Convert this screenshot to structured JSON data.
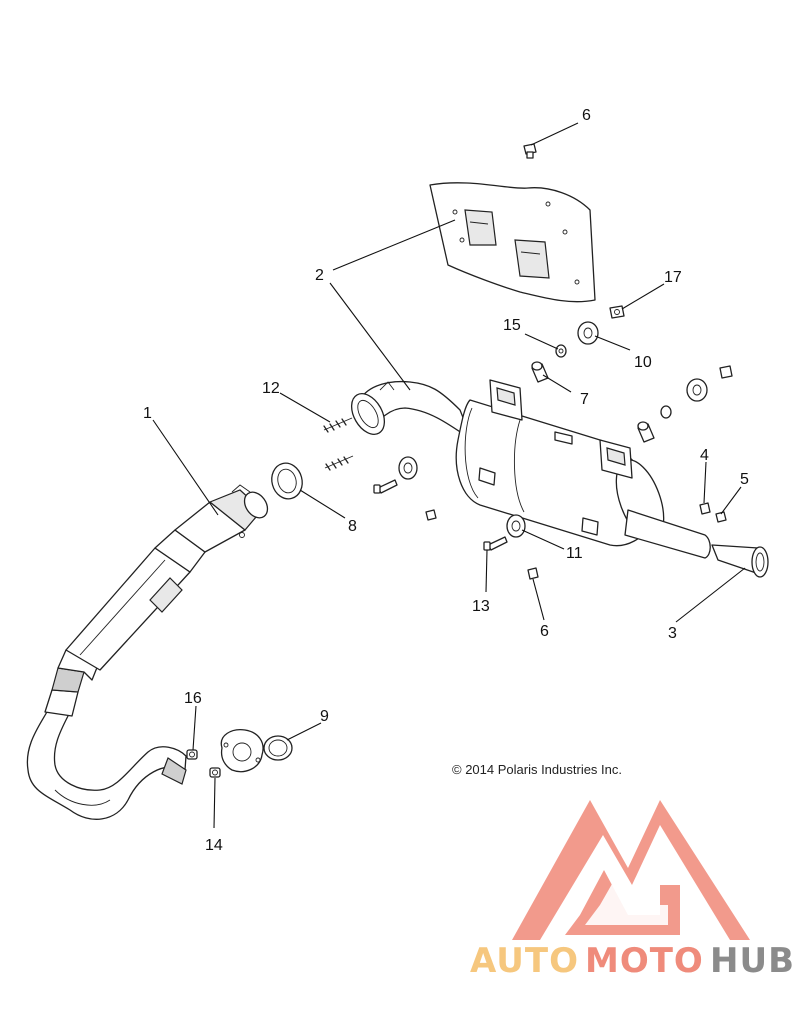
{
  "copyright": "© 2014 Polaris Industries Inc.",
  "watermark": {
    "part1": "AUTO",
    "part2": "MOTO",
    "part3": "HUB",
    "colors": {
      "logo": "#f08878",
      "auto": "#f6c77e",
      "moto": "#ef8b7b",
      "hub": "#8b8b8b"
    }
  },
  "callouts": {
    "c1": "1",
    "c2": "2",
    "c3": "3",
    "c4": "4",
    "c5": "5",
    "c6a": "6",
    "c6b": "6",
    "c7": "7",
    "c8": "8",
    "c9": "9",
    "c10": "10",
    "c11": "11",
    "c12": "12",
    "c13": "13",
    "c14": "14",
    "c15": "15",
    "c16": "16",
    "c17": "17"
  }
}
